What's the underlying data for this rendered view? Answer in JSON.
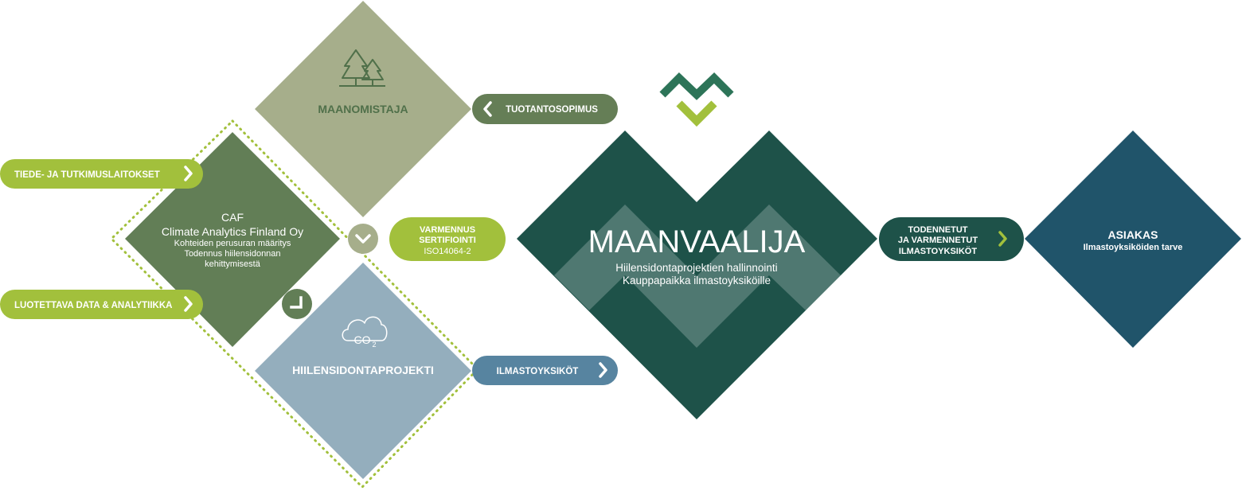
{
  "colors": {
    "landowner": "#a6ae8b",
    "caf": "#627e56",
    "carbon_project": "#94aebd",
    "maanvaalija": "#1e5249",
    "customer": "#20546a",
    "lime": "#a2c03c",
    "dark_green_pill": "#657e56",
    "blue_pill": "#5784a0",
    "logo_dark": "#2d7458",
    "logo_light": "#a2c03c",
    "dotted": "#a2c03c"
  },
  "landowner": {
    "title": "MAANOMISTAJA",
    "icon": "trees-icon"
  },
  "caf": {
    "line1": "CAF",
    "line2": "Climate Analytics Finland Oy",
    "line3": "Kohteiden perusuran määritys",
    "line4": "Todennus hiilensidonnan",
    "line5": "kehittymisestä"
  },
  "carbon_project": {
    "title": "HIILENSIDONTAPROJEKTI",
    "icon": "co2-cloud-icon",
    "icon_text": "CO",
    "icon_sub": "2"
  },
  "maanvaalija": {
    "title": "MAANVAALIJA",
    "line1": "Hiilensidontaprojektien hallinnointi",
    "line2": "Kauppapaikka ilmastoyksiköille"
  },
  "customer": {
    "title": "ASIAKAS",
    "subtitle": "Ilmastoyksiköiden tarve"
  },
  "pills": {
    "research": "TIEDE- JA TUTKIMUSLAITOKSET",
    "data": "LUOTETTAVA DATA & ANALYTIIKKA",
    "production": "TUOTANTOSOPIMUS",
    "verification_1": "VARMENNUS",
    "verification_2": "SERTIFIOINTI",
    "verification_3": "ISO14064-2",
    "climate_units": "ILMASTOYKSIKÖT",
    "verified_1": "TODENNETUT",
    "verified_2": "JA VARMENNETUT",
    "verified_3": "ILMASTOYKSIKÖT"
  }
}
